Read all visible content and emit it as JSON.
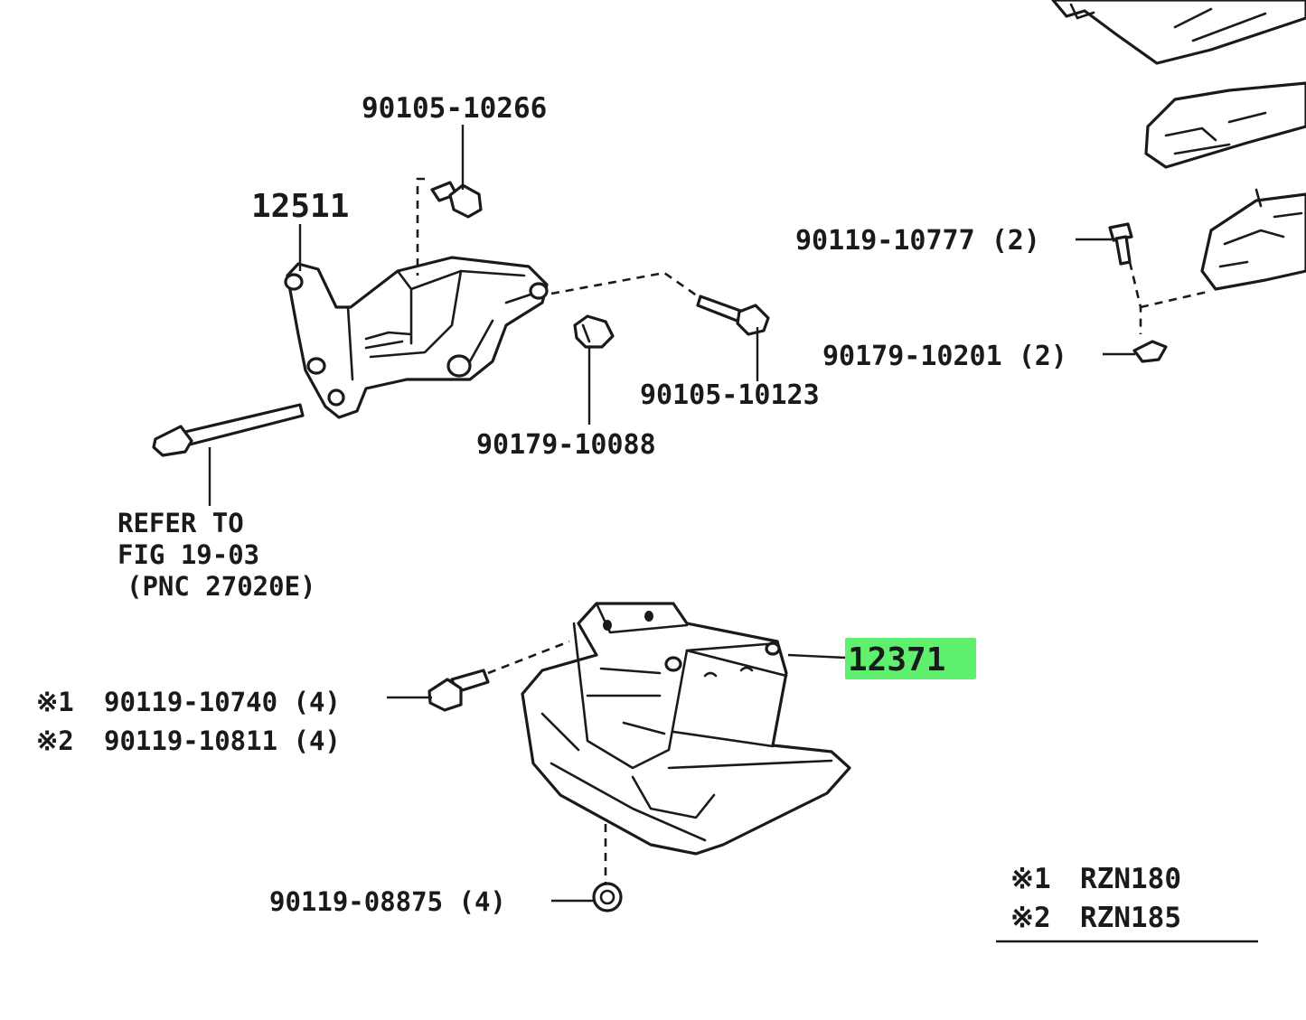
{
  "diagram": {
    "callouts": {
      "bolt_top": "90105-10266",
      "bracket": "12511",
      "bolt_right_top": "90119-10777 (2)",
      "nut_right": "90179-10201 (2)",
      "bolt_mid": "90105-10123",
      "nut_mid": "90179-10088",
      "refer_line1": "REFER TO",
      "refer_line2": "FIG 19-03",
      "refer_line3": "(PNC 27020E)",
      "insulator": "12371",
      "bolt_a_marker": "※1",
      "bolt_a": "90119-10740 (4)",
      "bolt_b_marker": "※2",
      "bolt_b": "90119-10811 (4)",
      "nut_bottom": "90119-08875 (4)"
    },
    "legend": {
      "row1_marker": "※1",
      "row1_model": "RZN180",
      "row2_marker": "※2",
      "row2_model": "RZN185"
    },
    "highlight_color": "#5ef06e"
  }
}
